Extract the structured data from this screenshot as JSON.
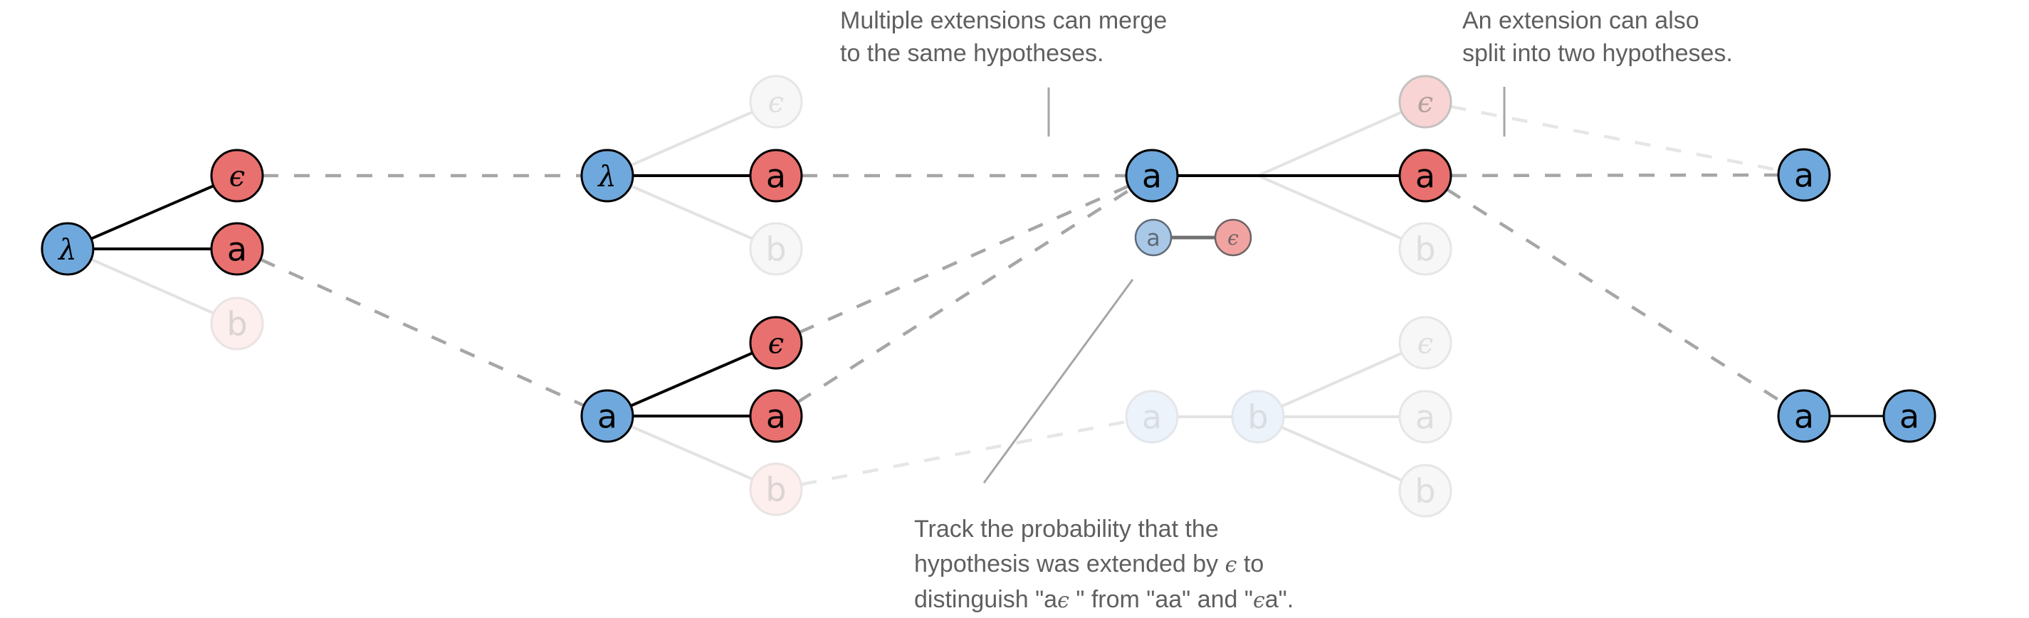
{
  "colors": {
    "blue": "#6fa8dc",
    "red": "#e8706f",
    "blue_faint": "#edf3fa",
    "red_faint": "#fcefee",
    "gray_faint": "#f7f7f7",
    "red_ghost": "#f8d5d4",
    "small_blue": "#a9c8e8",
    "small_red": "#f1a3a2",
    "dash": "#a6a6a6",
    "dash_faint": "#e6e6e6",
    "edge_faint": "#e3e3e3",
    "annot_line": "#a6a6a6",
    "text": "#5f5f5f"
  },
  "annotations": {
    "merge": {
      "lines": [
        "Multiple extensions can merge",
        "to the same hypotheses."
      ]
    },
    "split": {
      "lines": [
        "An extension can also",
        "split into two hypotheses."
      ]
    },
    "track": {
      "line1": "Track the probability that the",
      "line2_a": "hypothesis was extended by ",
      "line2_eps": "ϵ",
      "line2_b": " to",
      "line3_a": "distinguish \"a",
      "line3_eps1": "ϵ",
      "line3_b": " \" from \"aa\" and \"",
      "line3_eps2": "ϵ",
      "line3_c": "a\"."
    }
  },
  "nodes": [
    {
      "id": "s0_root",
      "label": "λ",
      "style": "blue",
      "greek": true
    },
    {
      "id": "s0_eps",
      "label": "ϵ",
      "style": "red",
      "greek": true
    },
    {
      "id": "s0_a",
      "label": "a",
      "style": "red"
    },
    {
      "id": "s0_b",
      "label": "b",
      "style": "red_faint"
    },
    {
      "id": "s1_root",
      "label": "λ",
      "style": "blue",
      "greek": true
    },
    {
      "id": "s1_eps",
      "label": "ϵ",
      "style": "gray_faint",
      "greek": true
    },
    {
      "id": "s1_a",
      "label": "a",
      "style": "red"
    },
    {
      "id": "s1_b",
      "label": "b",
      "style": "gray_faint"
    },
    {
      "id": "s1b_root",
      "label": "a",
      "style": "blue"
    },
    {
      "id": "s1b_eps",
      "label": "ϵ",
      "style": "red",
      "greek": true
    },
    {
      "id": "s1b_a",
      "label": "a",
      "style": "red"
    },
    {
      "id": "s1b_b",
      "label": "b",
      "style": "red_faint"
    },
    {
      "id": "s2_root",
      "label": "a",
      "style": "blue"
    },
    {
      "id": "s2_eps",
      "label": "ϵ",
      "style": "red_ghost",
      "greek": true
    },
    {
      "id": "s2_a",
      "label": "a",
      "style": "red"
    },
    {
      "id": "s2_b",
      "label": "b",
      "style": "gray_faint"
    },
    {
      "id": "s2_small_a",
      "label": "a",
      "style": "small_blue"
    },
    {
      "id": "s2_small_eps",
      "label": "ϵ",
      "style": "small_red",
      "greek": true
    },
    {
      "id": "s2b_a",
      "label": "a",
      "style": "blue_faint"
    },
    {
      "id": "s2b_b",
      "label": "b",
      "style": "blue_faint"
    },
    {
      "id": "s2b_eps",
      "label": "ϵ",
      "style": "gray_faint",
      "greek": true
    },
    {
      "id": "s2b_a2",
      "label": "a",
      "style": "gray_faint"
    },
    {
      "id": "s2b_b2",
      "label": "b",
      "style": "gray_faint"
    },
    {
      "id": "s3_a",
      "label": "a",
      "style": "blue"
    },
    {
      "id": "s3b_a",
      "label": "a",
      "style": "blue"
    },
    {
      "id": "s3b_a2",
      "label": "a",
      "style": "blue"
    }
  ],
  "edges": [
    {
      "from": "s0_root",
      "to": "s0_eps",
      "kind": "solid"
    },
    {
      "from": "s0_root",
      "to": "s0_a",
      "kind": "solid"
    },
    {
      "from": "s0_root",
      "to": "s0_b",
      "kind": "faint"
    },
    {
      "from": "s1_root",
      "to": "s1_eps",
      "kind": "faint"
    },
    {
      "from": "s1_root",
      "to": "s1_a",
      "kind": "solid"
    },
    {
      "from": "s1_root",
      "to": "s1_b",
      "kind": "faint"
    },
    {
      "from": "s1b_root",
      "to": "s1b_eps",
      "kind": "solid"
    },
    {
      "from": "s1b_root",
      "to": "s1b_a",
      "kind": "solid"
    },
    {
      "from": "s1b_root",
      "to": "s1b_b",
      "kind": "faint"
    },
    {
      "from": "s2_root",
      "to": "s2_a",
      "kind": "solid"
    },
    {
      "from": "s2_small_a",
      "to": "s2_small_eps",
      "kind": "small"
    },
    {
      "from": "s2b_a",
      "to": "s2b_b",
      "kind": "faint"
    },
    {
      "from": "s2b_b",
      "to": "s2b_eps",
      "kind": "faint"
    },
    {
      "from": "s2b_b",
      "to": "s2b_a2",
      "kind": "faint"
    },
    {
      "from": "s2b_b",
      "to": "s2b_b2",
      "kind": "faint"
    },
    {
      "from": "s3b_a",
      "to": "s3b_a2",
      "kind": "thin"
    },
    {
      "from": "s0_eps",
      "to": "s1_root",
      "kind": "dash"
    },
    {
      "from": "s0_a",
      "to": "s1b_root",
      "kind": "dash"
    },
    {
      "from": "s1_a",
      "to": "s2_root",
      "kind": "dash"
    },
    {
      "from": "s1b_eps",
      "to": "s2_root",
      "kind": "dash"
    },
    {
      "from": "s1b_a",
      "to": "s2_root",
      "kind": "dash"
    },
    {
      "from": "s1b_b",
      "to": "s2b_a",
      "kind": "dash_faint"
    },
    {
      "from": "s2_a",
      "to": "s3_a",
      "kind": "dash"
    },
    {
      "from": "s2_eps",
      "to": "s3_a",
      "kind": "dash_faint"
    },
    {
      "from": "s2_a",
      "to": "s3b_a",
      "kind": "dash"
    }
  ]
}
